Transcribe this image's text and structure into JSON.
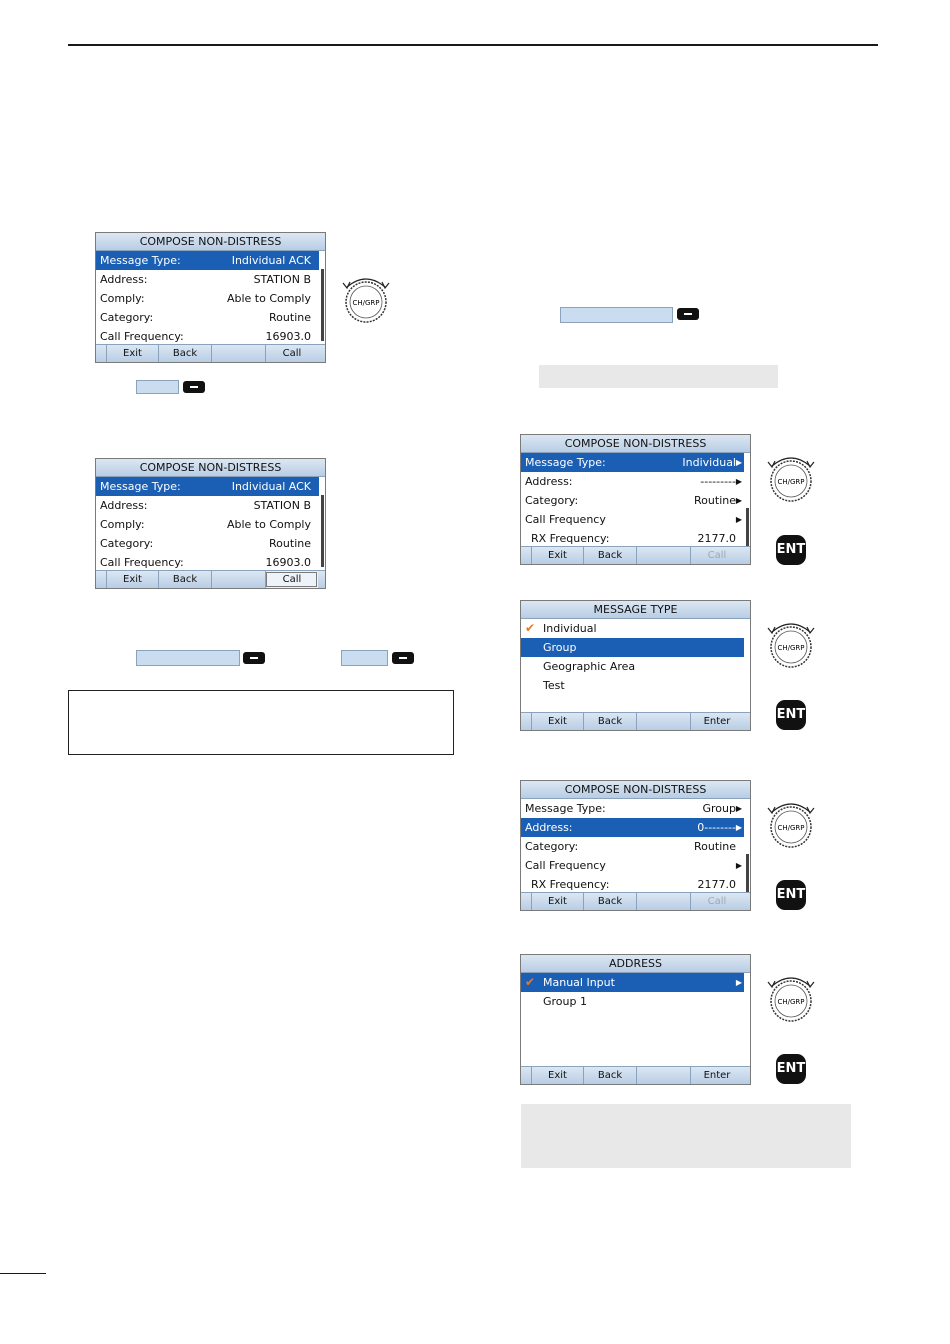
{
  "screens": {
    "s1": {
      "title": "COMPOSE NON-DISTRESS",
      "rows": [
        {
          "label": "Message Type:",
          "value": "Individual ACK"
        },
        {
          "label": "Address:",
          "value": "STATION B"
        },
        {
          "label": "Comply:",
          "value": "Able to Comply"
        },
        {
          "label": "Category:",
          "value": "Routine"
        },
        {
          "label": "Call Frequency:",
          "value": "16903.0"
        }
      ],
      "softkeys": [
        "Exit",
        "Back",
        "",
        "Call"
      ]
    },
    "s2": {
      "title": "COMPOSE NON-DISTRESS",
      "rows": [
        {
          "label": "Message Type:",
          "value": "Individual ACK"
        },
        {
          "label": "Address:",
          "value": "STATION B"
        },
        {
          "label": "Comply:",
          "value": "Able to Comply"
        },
        {
          "label": "Category:",
          "value": "Routine"
        },
        {
          "label": "Call Frequency:",
          "value": "16903.0"
        }
      ],
      "softkeys": [
        "Exit",
        "Back",
        "",
        "Call"
      ]
    },
    "s3": {
      "title": "COMPOSE NON-DISTRESS",
      "rows": [
        {
          "label": "Message Type:",
          "value": "Individual"
        },
        {
          "label": "Address:",
          "value": "---------"
        },
        {
          "label": "Category:",
          "value": "Routine"
        },
        {
          "label": "Call Frequency",
          "value": ""
        },
        {
          "label": "RX Frequency:",
          "value": "2177.0"
        }
      ],
      "softkeys": [
        "Exit",
        "Back",
        "",
        "Call"
      ]
    },
    "s4": {
      "title": "MESSAGE TYPE",
      "items": [
        "Individual",
        "Group",
        "Geographic Area",
        "Test"
      ],
      "softkeys": [
        "Exit",
        "Back",
        "",
        "Enter"
      ]
    },
    "s5": {
      "title": "COMPOSE NON-DISTRESS",
      "rows": [
        {
          "label": "Message Type:",
          "value": "Group"
        },
        {
          "label": "Address:",
          "value": "0--------"
        },
        {
          "label": "Category:",
          "value": "Routine"
        },
        {
          "label": "Call Frequency",
          "value": ""
        },
        {
          "label": "RX Frequency:",
          "value": "2177.0"
        }
      ],
      "softkeys": [
        "Exit",
        "Back",
        "",
        "Call"
      ]
    },
    "s6": {
      "title": "ADDRESS",
      "items": [
        "Manual Input",
        "Group 1"
      ],
      "softkeys": [
        "Exit",
        "Back",
        "",
        "Enter"
      ]
    }
  },
  "controls": {
    "knob_label": "CH/GRP",
    "ent_label": "ENT"
  },
  "icons": {
    "knob": "ch-grp-dial-icon",
    "ent": "ent-key-icon",
    "minus": "minus-key-icon",
    "check": "checkmark-icon",
    "arrow": "right-arrow-icon"
  },
  "colors": {
    "selection": "#1b5fb4",
    "title_bar": "#c8d9ec",
    "check": "#e8772a"
  }
}
